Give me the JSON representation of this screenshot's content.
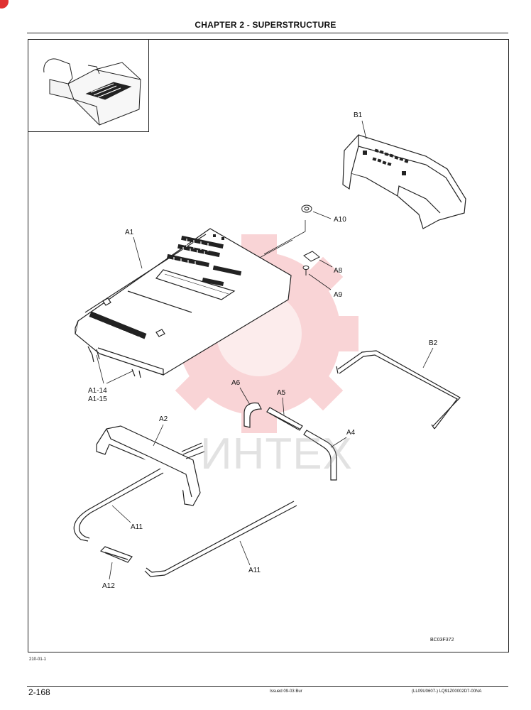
{
  "header": {
    "title": "CHAPTER 2 - SUPERSTRUCTURE"
  },
  "figure": {
    "code": "BC03F372",
    "labels": {
      "b1": "B1",
      "a10": "A10",
      "a1": "A1",
      "a8": "A8",
      "a9": "A9",
      "b2": "B2",
      "a1_14": "A1-14",
      "a1_15": "A1-15",
      "a6": "A6",
      "a5": "A5",
      "a2": "A2",
      "a4": "A4",
      "a11_left": "A11",
      "a11_right": "A11",
      "a12": "A12"
    }
  },
  "watermark": {
    "text": "ИНТЕХ"
  },
  "footer": {
    "page_ref": "210-01-1",
    "page_number": "2-168",
    "issue": "Issued 09-03   Bur",
    "doc_code": "(LL09U0607-)   LQ91Z00002D7-00NA"
  }
}
